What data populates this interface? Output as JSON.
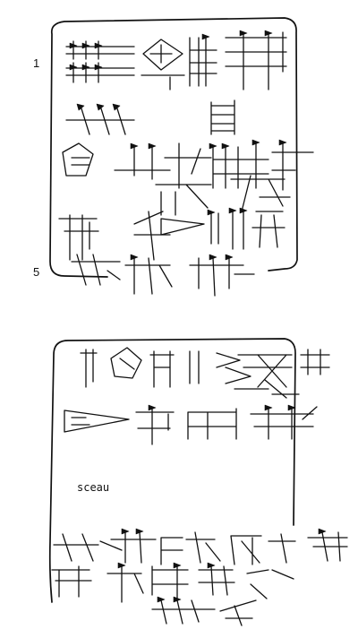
{
  "line_numbers": {
    "first": "1",
    "fifth": "5"
  },
  "reverse": {
    "seal_label": "sceau"
  },
  "colors": {
    "ink": "#111111",
    "paper": "#ffffff"
  }
}
